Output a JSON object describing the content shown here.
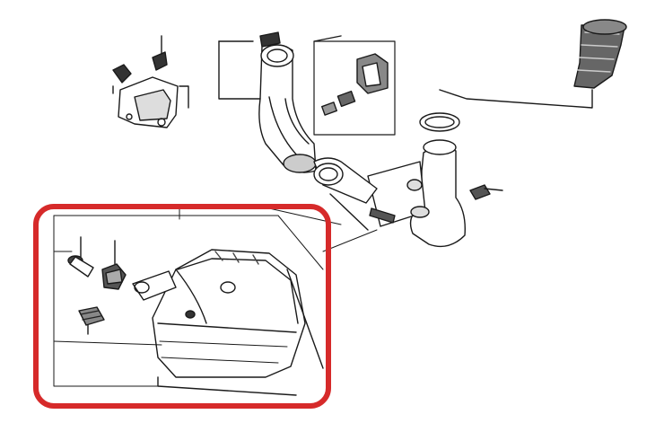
{
  "diagram": {
    "colors": {
      "line": "#1a1a1a",
      "part_fill": "#ffffff",
      "shade": "#555555",
      "highlight_border": "#d62a2a"
    },
    "parts": [
      {
        "name": "bracket-assembly"
      },
      {
        "name": "pipe-elbow"
      },
      {
        "name": "clamp-bracket"
      },
      {
        "name": "rubber-boot-hose"
      },
      {
        "name": "o-ring"
      },
      {
        "name": "manifold-tee"
      },
      {
        "name": "bolt"
      },
      {
        "name": "air-box-housing"
      },
      {
        "name": "collar-bushing"
      },
      {
        "name": "nut"
      },
      {
        "name": "hose-connector"
      }
    ],
    "highlight": {
      "label": "highlighted-group"
    }
  }
}
